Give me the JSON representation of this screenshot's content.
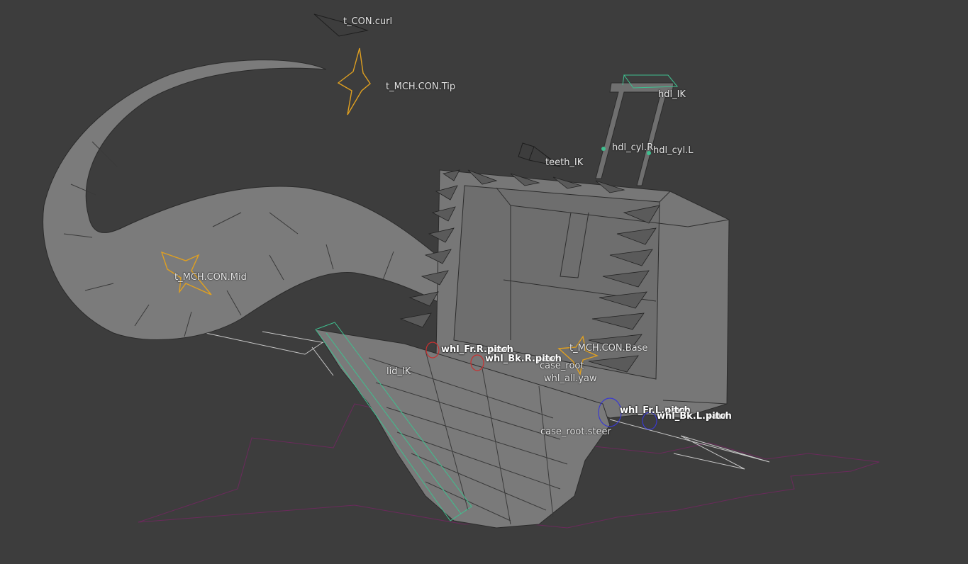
{
  "viewport": {
    "background": "#3d3d3d",
    "mesh_fill": "#7a7a7a",
    "wire_color": "#2b2b2b",
    "bone_custom_color": "#e0a020",
    "bone_ik_color": "#3fbf8f",
    "bone_select_color": "#ffffff",
    "ground_outline_color": "#6b2a5c",
    "wheel_right_color": "#c83030",
    "wheel_left_color": "#3a3ad0"
  },
  "bones": {
    "t_con_curl": "t_CON.curl",
    "t_mch_con_tip": "t_MCH.CON.Tip",
    "hdl_ik": "hdl_IK",
    "hdl_cyl_r": "hdl_cyl.R",
    "hdl_cyl_l": "hdl_cyl.L",
    "teeth_ik": "teeth_IK",
    "t_mch_con_mid": "t_MCH.CON.Mid",
    "whl_fr_r_pitch": "whl_Fr.R.pitch",
    "whl_fr_r_yaw": "whl_Fr.R.yaw",
    "whl_bk_r_pitch": "whl_Bk.R.pitch",
    "whl_bk_r_yaw": "whl_Bk.R.yaw",
    "t_mch_con_base": "t_MCH.CON.Base",
    "case_root": "case_root",
    "whl_all_yaw": "whl_all.yaw",
    "lid_ik": "lid_IK",
    "whl_fr_l_pitch": "whl_Fr.L.pitch",
    "whl_fr_l_yaw": "whl_Fr.L.yaw",
    "whl_bk_l_pitch": "whl_Bk.L.pitch",
    "whl_bk_l_yaw": "whl_Bk.L.yaw",
    "case_root_steer": "case_root.steer"
  }
}
